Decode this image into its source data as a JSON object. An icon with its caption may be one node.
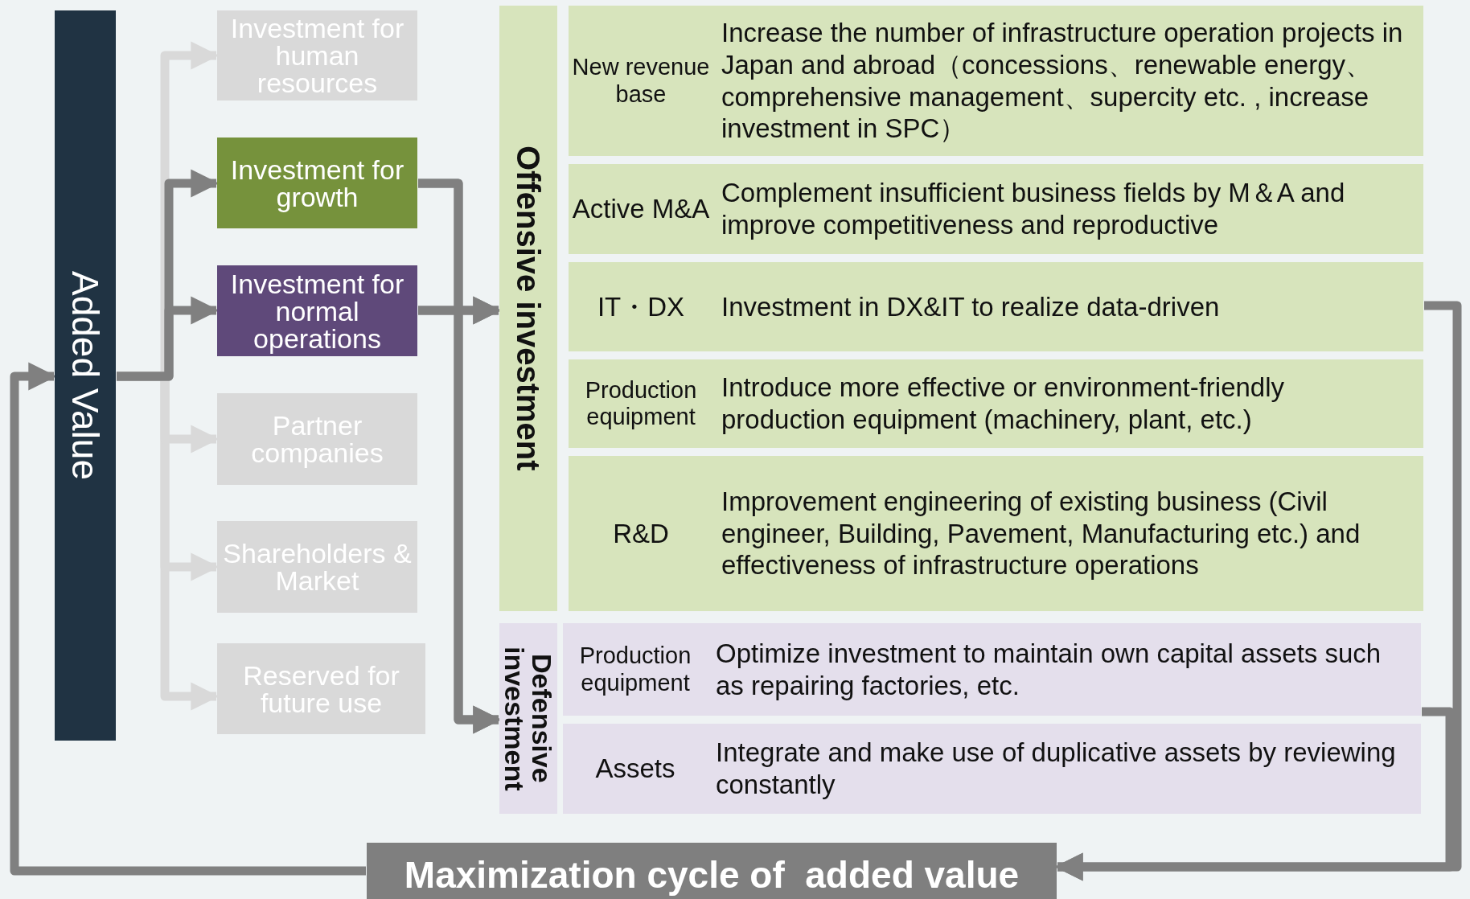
{
  "diagram": {
    "nodes": [
      {
        "text": [
          "Added Value"
        ]
      },
      {
        "text": [
          "Investment for human resources"
        ]
      },
      {
        "text": [
          "Investment for growth"
        ]
      },
      {
        "text": [
          "Investment for normal operations"
        ]
      },
      {
        "text": [
          "Partner companies"
        ]
      },
      {
        "text": [
          "Shareholders & Market"
        ]
      },
      {
        "text": [
          "Reserved for future use"
        ]
      },
      {
        "text": [
          "Offensive investment"
        ]
      },
      {
        "text": [
          "New revenue base",
          "Increase the number of infrastructure operation projects in Japan and abroad（concessions、renewable energy、comprehensive management、supercity etc. , increase investment in SPC）"
        ]
      },
      {
        "text": [
          "Active M&A",
          "Complement insufficient business fields by M＆A and improve competitiveness and reproductive"
        ]
      },
      {
        "text": [
          "IT・DX",
          "Investment in DX&IT to realize data-driven"
        ]
      },
      {
        "text": [
          "Production equipment",
          "Introduce more effective or environment-friendly production equipment (machinery, plant, etc.)"
        ]
      },
      {
        "text": [
          "R&D",
          "Improvement engineering of existing business (Civil engineer, Building, Pavement, Manufacturing etc.) and effectiveness of infrastructure operations"
        ]
      },
      {
        "text": [
          "Defensive investment"
        ]
      },
      {
        "text": [
          "Production equipment",
          "Optimize investment to maintain own capital assets such as repairing factories, etc."
        ]
      },
      {
        "text": [
          "Assets",
          "Integrate and make use of duplicative assets by reviewing constantly"
        ]
      },
      {
        "text": [
          "Maximization cycle of  added value"
        ]
      }
    ],
    "edges": [
      {
        "from": 0,
        "to": 1,
        "arrow": "to",
        "color": "#d9d9d9"
      },
      {
        "from": 0,
        "to": 2,
        "arrow": "to"
      },
      {
        "from": 0,
        "to": 3,
        "arrow": "to"
      },
      {
        "from": 0,
        "to": 4,
        "arrow": "to",
        "color": "#d9d9d9"
      },
      {
        "from": 0,
        "to": 5,
        "arrow": "to",
        "color": "#d9d9d9"
      },
      {
        "from": 0,
        "to": 6,
        "arrow": "to",
        "color": "#d9d9d9"
      },
      {
        "from": 2,
        "to": 7,
        "arrow": "to"
      },
      {
        "from": 2,
        "to": 13,
        "arrow": "to"
      },
      {
        "from": 3,
        "to": 7,
        "arrow": "to"
      },
      {
        "from": 3,
        "to": 13,
        "arrow": "to"
      },
      {
        "from": 10,
        "to": 16,
        "arrow": "to"
      },
      {
        "from": 14,
        "to": 16,
        "arrow": "to"
      },
      {
        "from": 16,
        "to": 0,
        "arrow": "to"
      }
    ]
  }
}
